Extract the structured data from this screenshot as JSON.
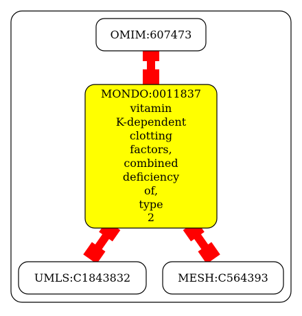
{
  "diagram": {
    "nodes": {
      "omim": {
        "label": "OMIM:607473",
        "fill": "#ffffff"
      },
      "mondo": {
        "lines": [
          "MONDO:0011837",
          "vitamin",
          "K-dependent",
          "clotting",
          "factors,",
          "combined",
          "deficiency",
          "of,",
          "type",
          "2"
        ],
        "fill": "#ffff00"
      },
      "umls": {
        "label": "UMLS:C1843832",
        "fill": "#ffffff"
      },
      "mesh": {
        "label": "MESH:C564393",
        "fill": "#ffffff"
      }
    },
    "edges": [
      {
        "from": "omim",
        "to": "mondo",
        "color": "#ff0000"
      },
      {
        "from": "mondo",
        "to": "umls",
        "color": "#ff0000"
      },
      {
        "from": "mondo",
        "to": "mesh",
        "color": "#ff0000"
      }
    ],
    "colors": {
      "edge": "#ff0000",
      "node_border": "#000000",
      "cluster_border": "#000000"
    }
  }
}
